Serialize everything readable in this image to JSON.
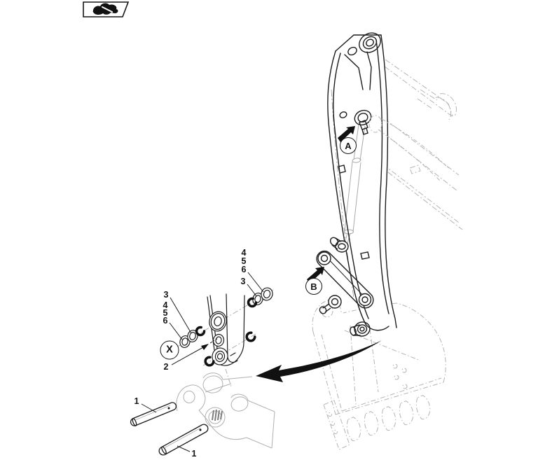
{
  "figure": {
    "background": "#ffffff",
    "line_color": "#1c1c1c",
    "phantom_color": "#b4b4b4",
    "description_labels_present": [
      "1",
      "2",
      "3",
      "4",
      "5",
      "6",
      "A",
      "B",
      "X"
    ]
  },
  "thumbnail": {
    "icon": "bucket-curl-icon"
  },
  "icons": {
    "view_a_arrow": "solid-arrow-up-right",
    "view_b_arrow": "solid-arrow-up-right",
    "detail_arrow": "swoosh-arrow-left"
  },
  "callouts": {
    "view_a": "A",
    "view_b": "B",
    "detail_x": "X",
    "pin_upper": "1",
    "pin_lower": "1",
    "item_2": "2",
    "left_item_3": "3",
    "left_item_4": "4",
    "left_item_5": "5",
    "left_item_6": "6",
    "right_item_3": "3",
    "right_item_4": "4",
    "right_item_5": "5",
    "right_item_6": "6"
  }
}
